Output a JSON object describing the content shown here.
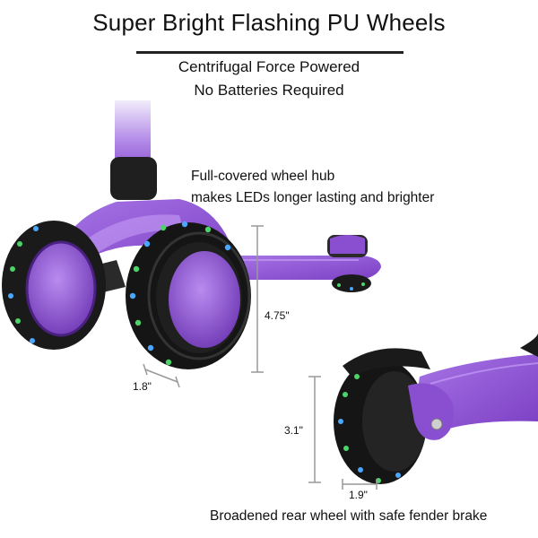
{
  "header": {
    "title": "Super Bright Flashing PU Wheels",
    "subtitle_line1": "Centrifugal Force Powered",
    "subtitle_line2": "No Batteries Required"
  },
  "callouts": {
    "hub_line1": "Full-covered wheel hub",
    "hub_line2": "makes LEDs longer lasting and brighter",
    "rear": "Broadened rear wheel with safe fender brake"
  },
  "dimensions": {
    "front_height": "4.75\"",
    "front_width": "1.8\"",
    "rear_height": "3.1\"",
    "rear_width": "1.9\""
  },
  "colors": {
    "deck_purple": "#8a4fd0",
    "led_green": "#4cd46a",
    "led_blue": "#4aa8ff",
    "tire_black": "#1a1a1a"
  }
}
